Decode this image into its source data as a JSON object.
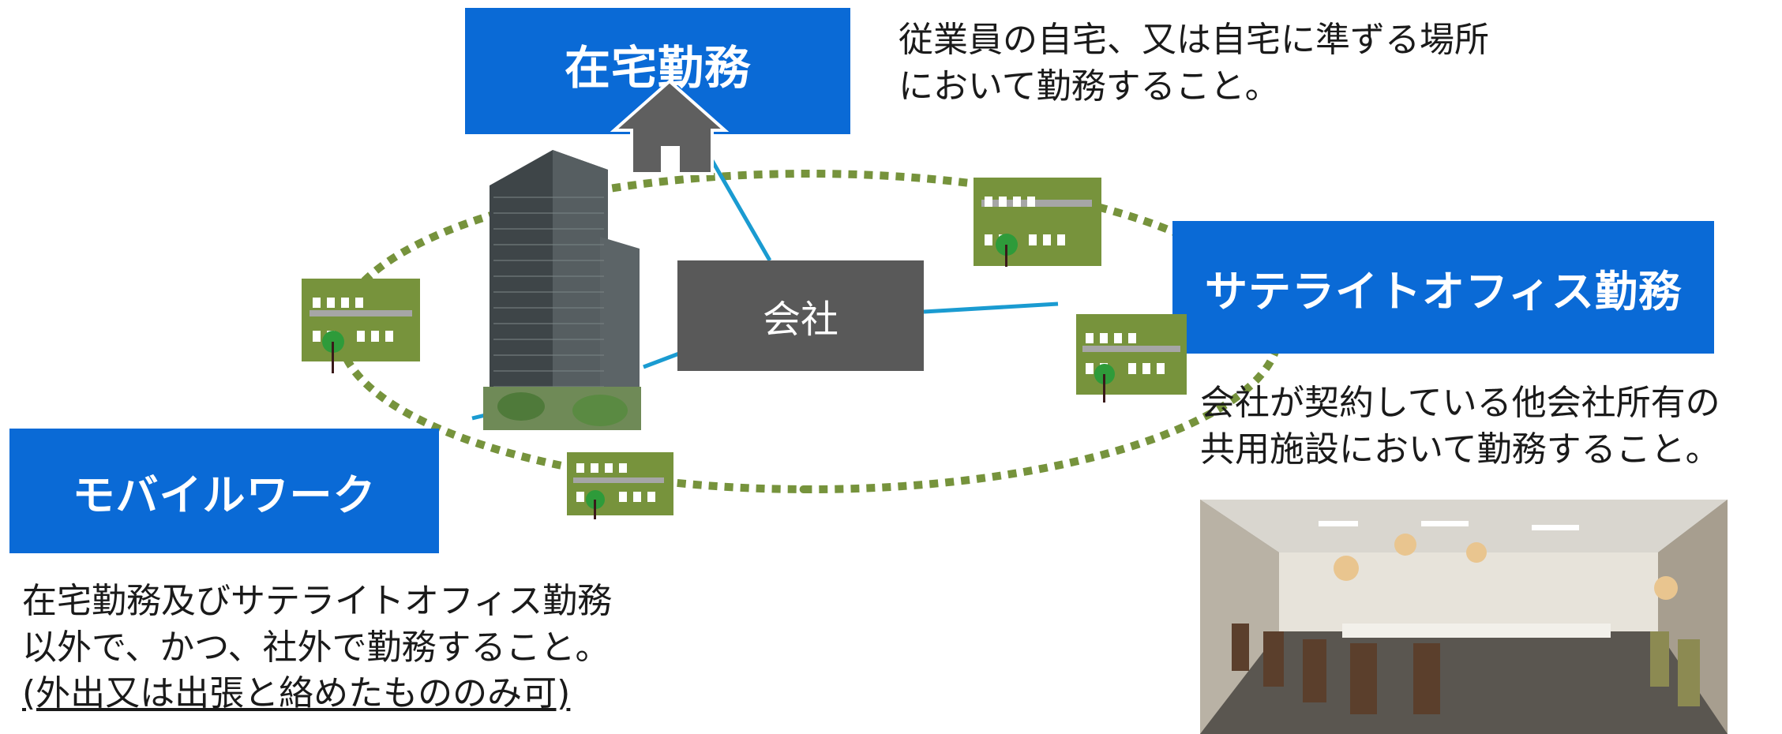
{
  "colors": {
    "label_blue": "#0a6ad6",
    "company_gray": "#595959",
    "ring_green": "#76933c",
    "building_green": "#77933c",
    "line_blue": "#1a9bd1",
    "house_gray": "#595959"
  },
  "center": {
    "label": "会社",
    "icon": "office-tower-photo"
  },
  "home_work": {
    "title": "在宅勤務",
    "icon": "house-icon",
    "desc_lines": [
      "従業員の自宅、又は自宅に準ずる場所",
      "において勤務すること。"
    ]
  },
  "satellite_office": {
    "title": "サテライトオフィス勤務",
    "icon": "building-icon",
    "desc_lines": [
      "会社が契約している他会社所有の",
      "共用施設において勤務すること。"
    ],
    "photo": "shared-office-photo"
  },
  "mobile_work": {
    "title": "モバイルワーク",
    "icon": "building-icon",
    "desc_lines": [
      "在宅勤務及びサテライトオフィス勤務",
      "以外で、かつ、社外で勤務すること。"
    ],
    "note": "(外出又は出張と絡めたもののみ可)"
  }
}
